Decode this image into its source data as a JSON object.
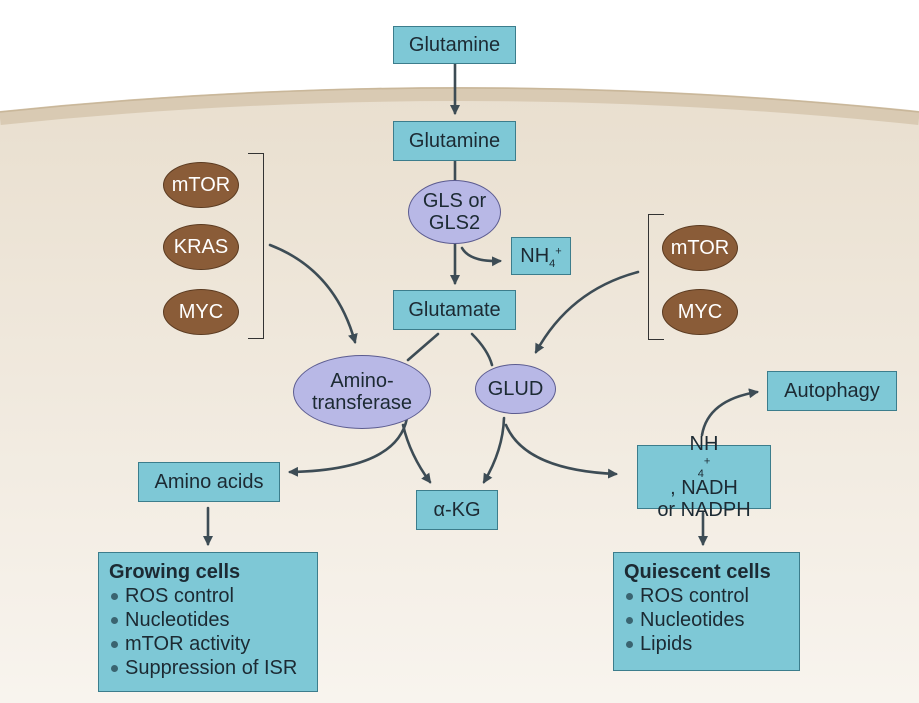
{
  "nodes": {
    "glutamine_outside": "Glutamine",
    "glutamine_inside": "Glutamine",
    "gls_line1": "GLS or",
    "gls_line2": "GLS2",
    "nh4_main": "NH",
    "nh4_sub": "4",
    "nh4_sup": "+",
    "glutamate": "Glutamate",
    "aminotransferase_line1": "Amino-",
    "aminotransferase_line2": "transferase",
    "glud": "GLUD",
    "amino_acids": "Amino acids",
    "akg": "α-KG",
    "cofactors_nh": "NH",
    "cofactors_sub": "4",
    "cofactors_sup": "+",
    "cofactors_rest1": ", NADH",
    "cofactors_line2": "or NADPH",
    "autophagy": "Autophagy"
  },
  "regulators_left": [
    "mTOR",
    "KRAS",
    "MYC"
  ],
  "regulators_right": [
    "mTOR",
    "MYC"
  ],
  "growing_cells": {
    "title": "Growing cells",
    "items": [
      "ROS control",
      "Nucleotides",
      "mTOR activity",
      "Suppression of ISR"
    ]
  },
  "quiescent_cells": {
    "title": "Quiescent cells",
    "items": [
      "ROS control",
      "Nucleotides",
      "Lipids"
    ]
  },
  "colors": {
    "box_fill": "#7ec8d6",
    "regulator_fill": "#8a5c38",
    "enzyme_fill": "#b8b8e6",
    "cell_fill": "#efe7da",
    "arrow": "#3d4c55"
  }
}
